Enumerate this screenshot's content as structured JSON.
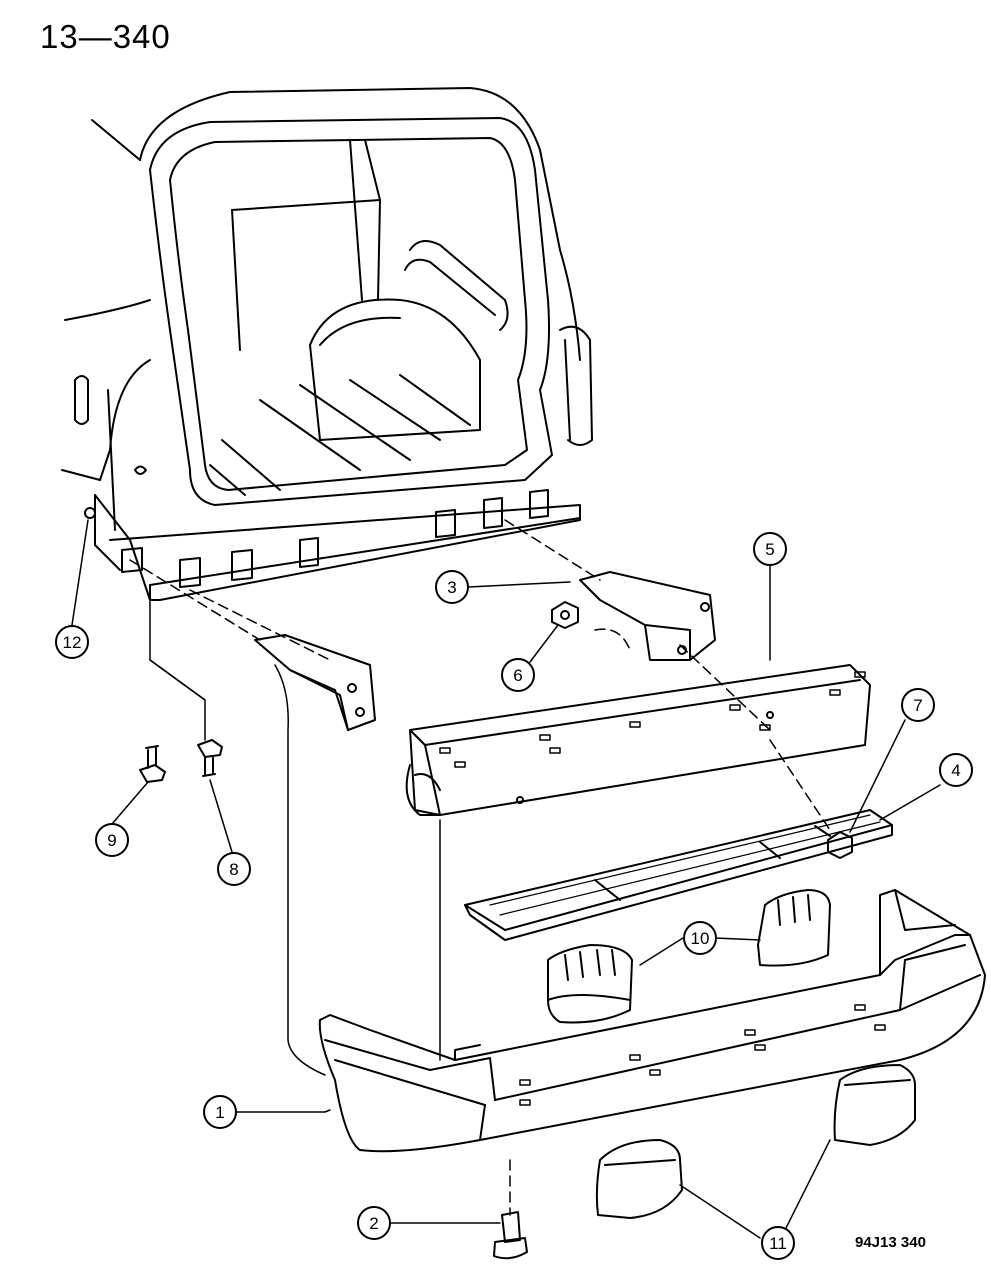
{
  "page_number": "13—340",
  "figure_code": "94J13 340",
  "callouts": [
    {
      "id": "1",
      "label": "1"
    },
    {
      "id": "2",
      "label": "2"
    },
    {
      "id": "3",
      "label": "3"
    },
    {
      "id": "4",
      "label": "4"
    },
    {
      "id": "5",
      "label": "5"
    },
    {
      "id": "6",
      "label": "6"
    },
    {
      "id": "7",
      "label": "7"
    },
    {
      "id": "8",
      "label": "8"
    },
    {
      "id": "9",
      "label": "9"
    },
    {
      "id": "10",
      "label": "10"
    },
    {
      "id": "11",
      "label": "11"
    },
    {
      "id": "12",
      "label": "12"
    }
  ]
}
